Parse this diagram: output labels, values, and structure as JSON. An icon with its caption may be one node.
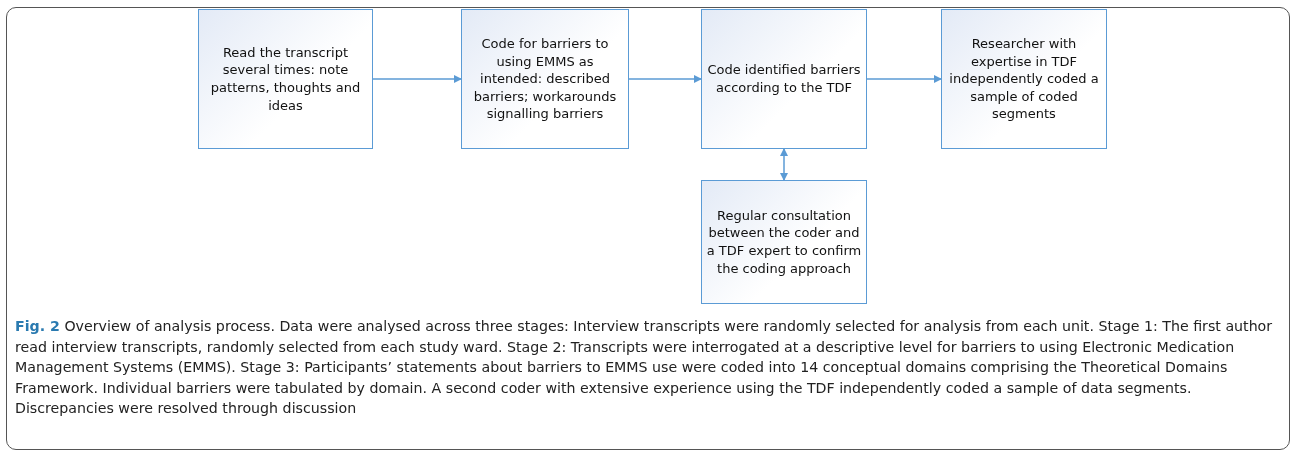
{
  "diagram": {
    "caption": "**Fig. 2** Overview of analysis process. Data were analysed across three stages: Interview transcripts were randomly selected for analysis from each unit. Stage 1: The first author read interview transcripts, randomly selected from each study ward. Stage 2: Transcripts were interrogated at a descriptive level for barriers to using Electronic Medication Management Systems (EMMS). Stage 3: Participants’ statements about barriers to EMMS use were coded into 14 conceptual domains comprising the Theoretical Domains Framework. Individual barriers were tabulated by domain. A second coder with extensive experience using the TDF independently coded a sample of data segments. Discrepancies were resolved through discussion",
    "nodes": [
      {
        "text": [
          "Read the transcript several times: note patterns, thoughts and ideas"
        ]
      },
      {
        "text": [
          "Code for barriers to using EMMS as intended: described barriers; workarounds signalling barriers"
        ]
      },
      {
        "text": [
          "Code identified barriers according to the TDF"
        ]
      },
      {
        "text": [
          "Researcher with expertise in TDF independently coded a sample of coded segments"
        ]
      },
      {
        "text": [
          "Regular consultation between the coder and a TDF expert to confirm the coding approach"
        ]
      }
    ],
    "edges": [
      {
        "from": 0,
        "to": 1,
        "arrow": "to"
      },
      {
        "from": 1,
        "to": 2,
        "arrow": "to"
      },
      {
        "from": 2,
        "to": 3,
        "arrow": "to"
      },
      {
        "from": 2,
        "to": 4,
        "arrow": "both"
      }
    ]
  }
}
